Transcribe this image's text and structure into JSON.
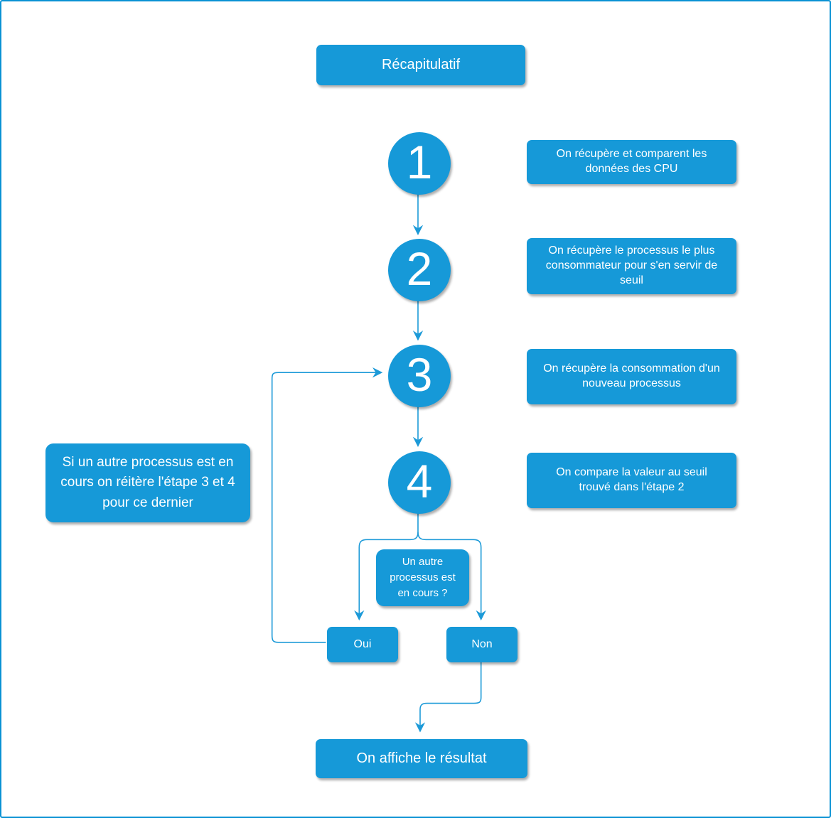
{
  "diagram": {
    "title": "Récapitulatif",
    "steps": [
      {
        "number": "1",
        "description": "On récupère et comparent les données des CPU"
      },
      {
        "number": "2",
        "description": "On récupère le processus le plus consommateur pour s'en servir de seuil"
      },
      {
        "number": "3",
        "description": "On récupère la consommation d'un nouveau processus"
      },
      {
        "number": "4",
        "description": "On compare la valeur au seuil trouvé dans l'étape 2"
      }
    ],
    "side_note": "Si un autre processus est en cours on réitère l'étape 3 et 4 pour ce dernier",
    "decision": {
      "question": "Un autre processus est en cours ?",
      "yes_label": "Oui",
      "no_label": "Non"
    },
    "result": "On affiche le résultat",
    "colors": {
      "shape_fill": "#1699d8",
      "connector": "#1c9ad8",
      "page_border": "#0a92d4",
      "text": "#ffffff",
      "background": "#ffffff"
    }
  }
}
